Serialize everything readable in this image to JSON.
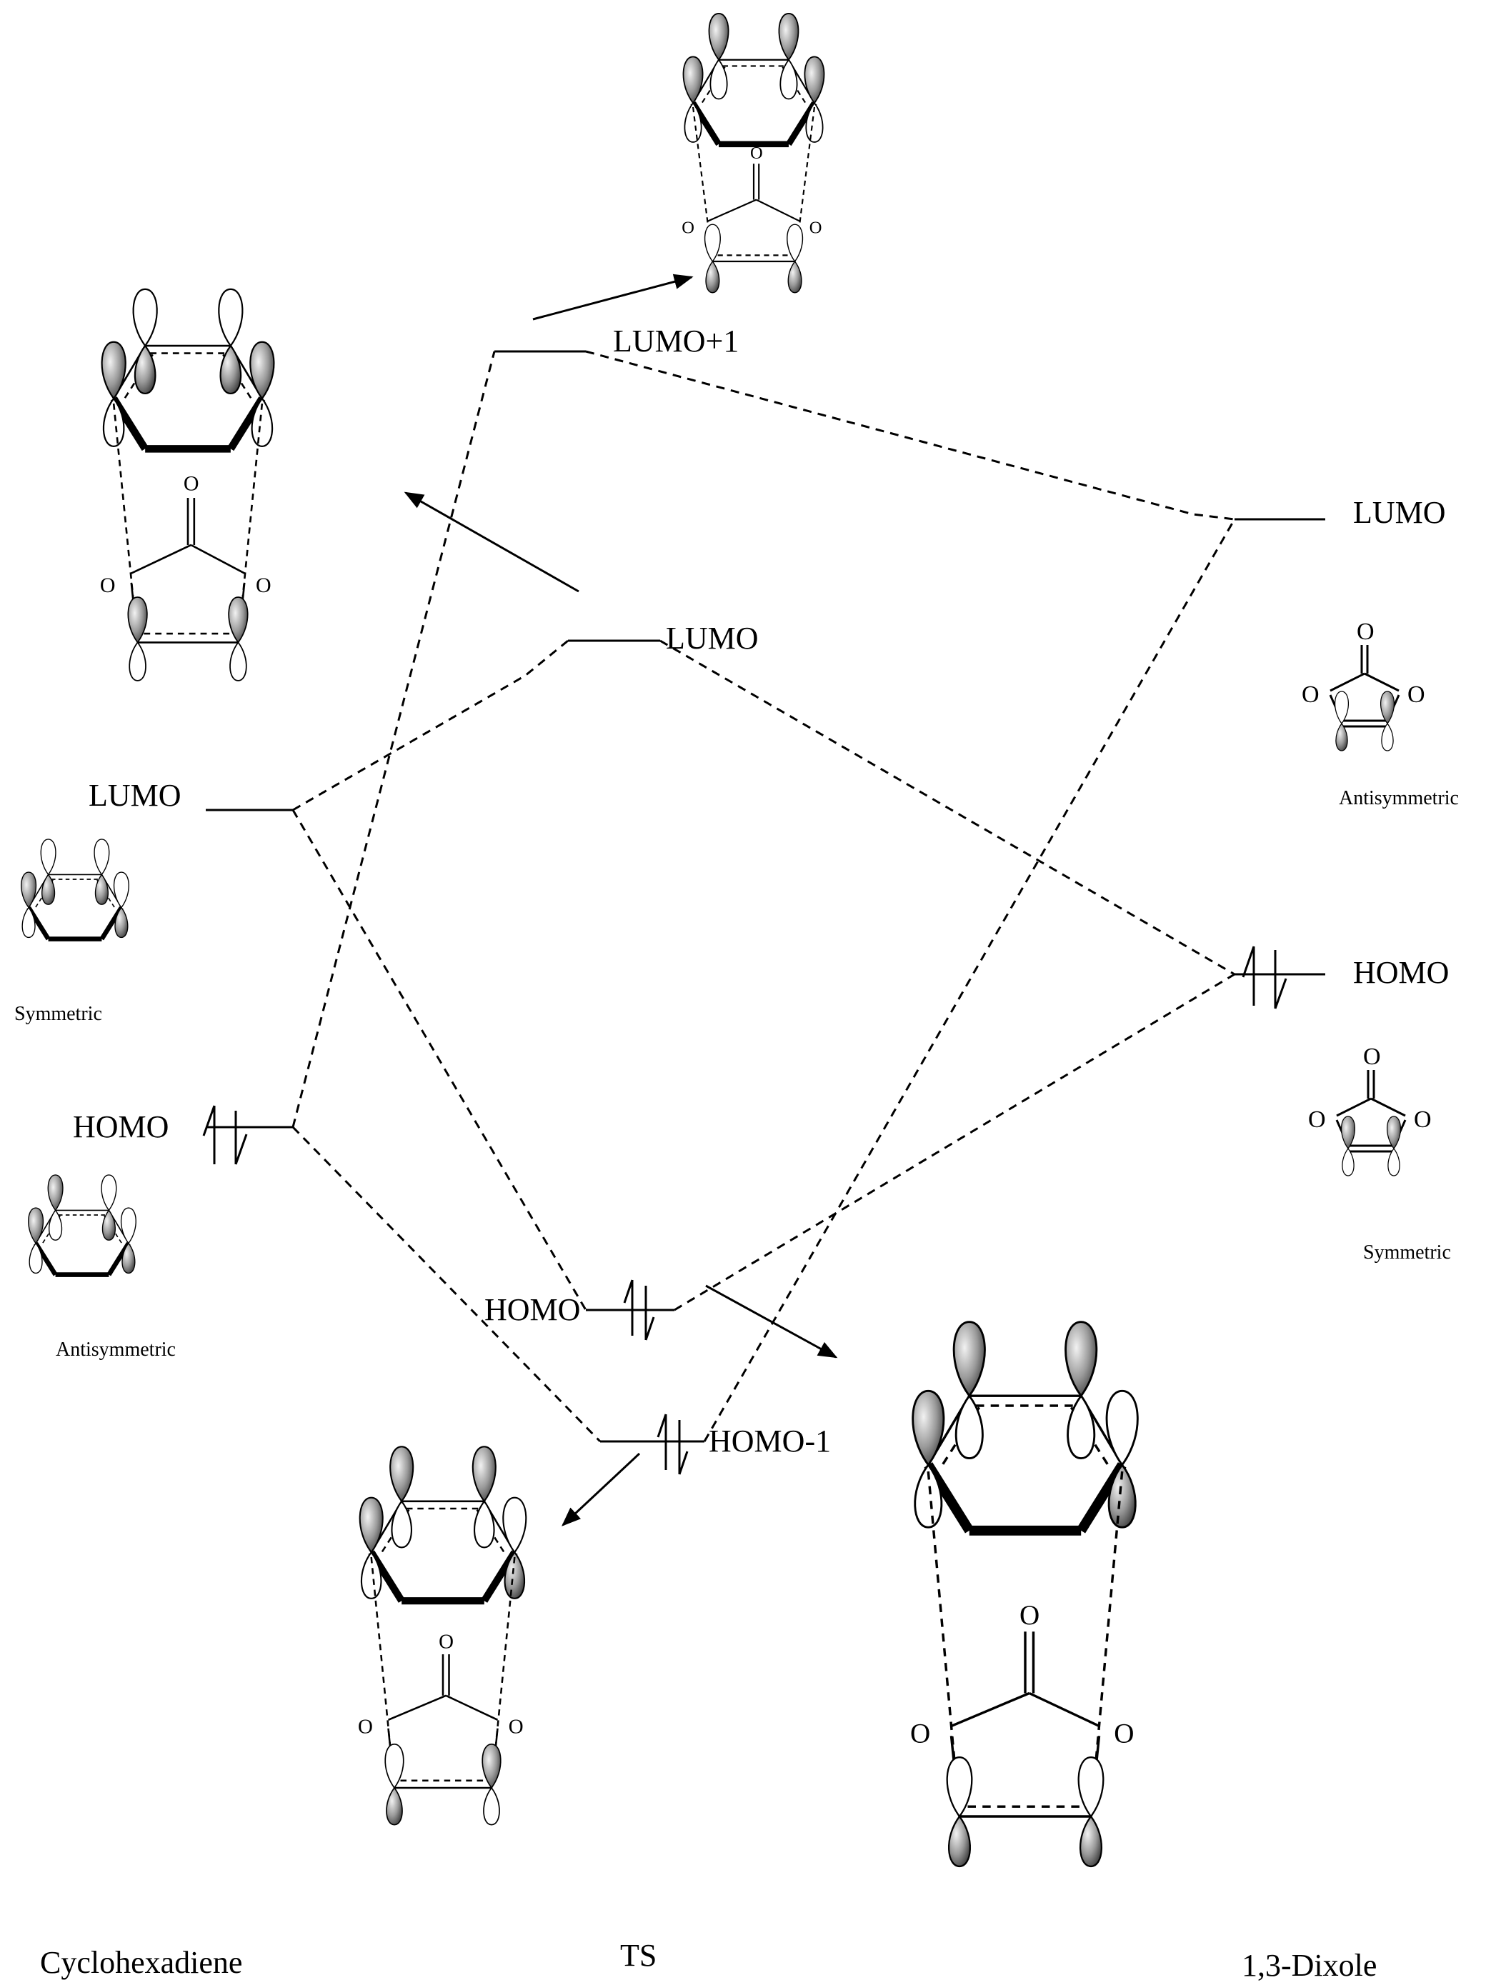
{
  "columns": {
    "left": "Cyclohexadiene",
    "center": "TS",
    "right": "1,3-Dixole"
  },
  "left_levels": {
    "lumo": "LUMO",
    "homo": "HOMO",
    "lumo_symmetry": "Symmetric",
    "homo_symmetry": "Antisymmetric"
  },
  "center_levels": {
    "lumo_plus_1": "LUMO+1",
    "lumo": "LUMO",
    "homo": "HOMO",
    "homo_minus_1": "HOMO-1"
  },
  "right_levels": {
    "lumo": "LUMO",
    "homo": "HOMO",
    "lumo_symmetry": "Antisymmetric",
    "homo_symmetry": "Symmetric"
  },
  "atoms": {
    "oxygen": "O"
  }
}
